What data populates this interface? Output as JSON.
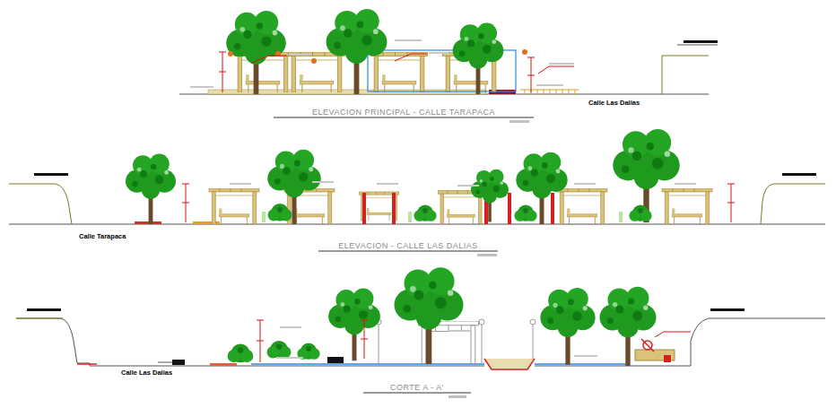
{
  "diagram": {
    "labels": [
      "ELEVACION PRINCIPAL - CALLE TARAPACA",
      "Calle Las Dalias",
      "ELEVACION - CALLE LAS DALIAS",
      "Calle Tarapaca",
      "CORTE A - A'",
      "Calle Las Dalias"
    ]
  }
}
